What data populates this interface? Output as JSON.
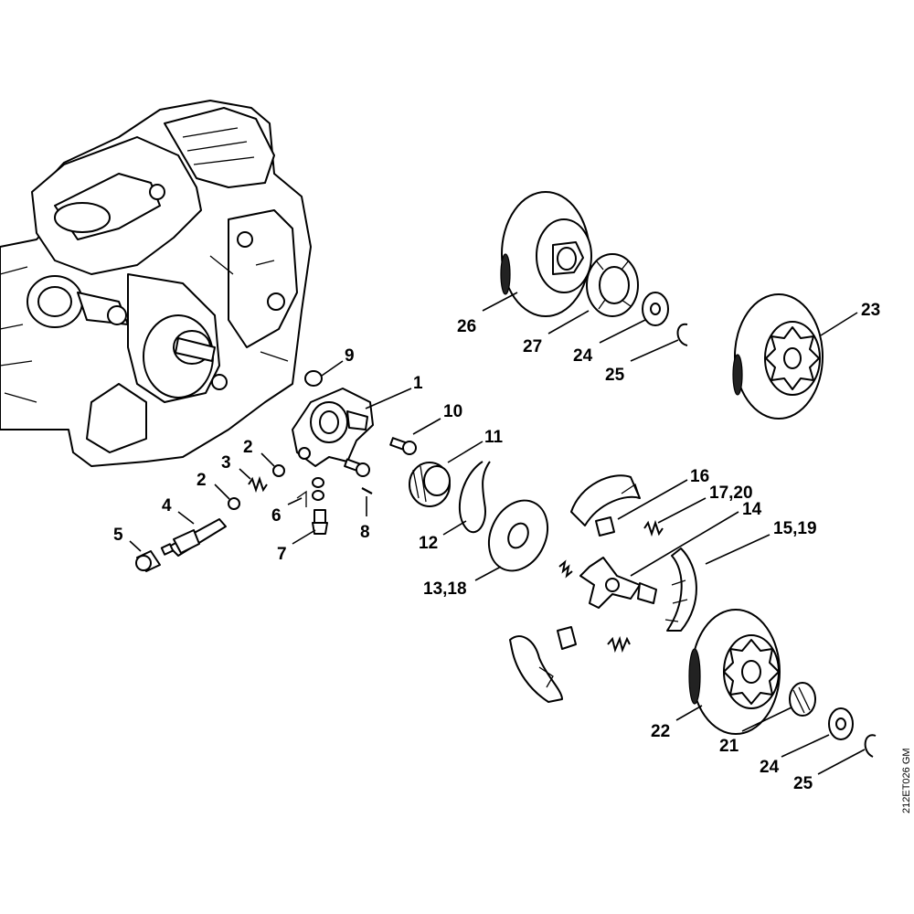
{
  "callouts": {
    "c1": "1",
    "c2a": "2",
    "c2b": "2",
    "c3": "3",
    "c4": "4",
    "c5": "5",
    "c6": "6",
    "c7": "7",
    "c8": "8",
    "c9": "9",
    "c10": "10",
    "c11": "11",
    "c12": "12",
    "c13_18": "13,18",
    "c14": "14",
    "c15_19": "15,19",
    "c16": "16",
    "c17_20": "17,20",
    "c21": "21",
    "c22": "22",
    "c23": "23",
    "c24a": "24",
    "c24b": "24",
    "c25a": "25",
    "c25b": "25",
    "c26": "26",
    "c27": "27"
  },
  "reference_code": "212ET026 GM",
  "colors": {
    "line": "#000000",
    "background": "#ffffff",
    "shade": "#222222"
  }
}
